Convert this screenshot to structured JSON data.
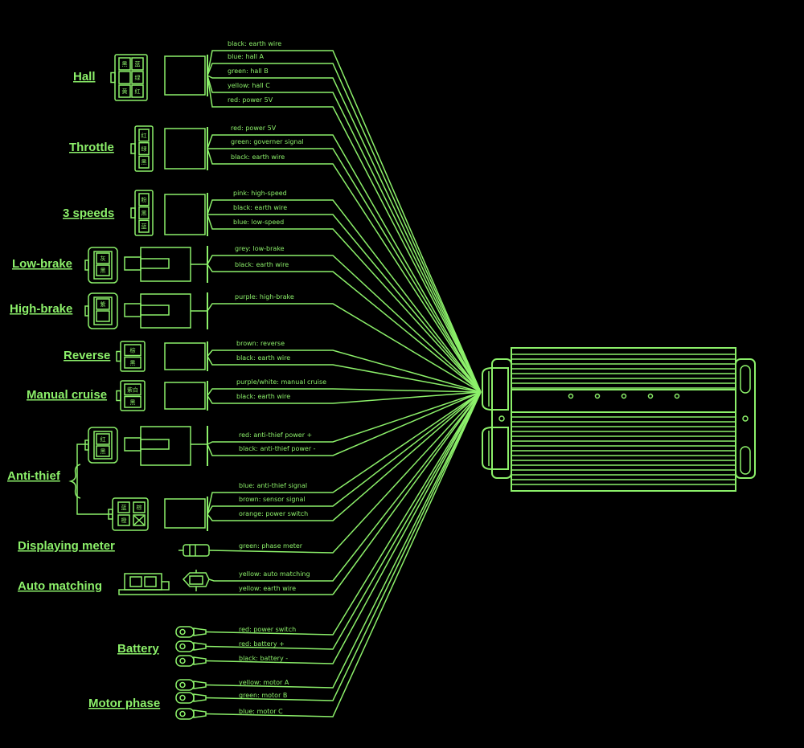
{
  "colors": {
    "line": "#8CF06A",
    "background": "#000000"
  },
  "groups": [
    {
      "id": "hall",
      "label": "Hall",
      "wires": [
        "black: earth wire",
        "blue: hall A",
        "green: hall B",
        "yellow: hall C",
        "red: power 5V"
      ],
      "cells": [
        "黑",
        "蓝",
        "绿",
        "黄",
        "红"
      ]
    },
    {
      "id": "throttle",
      "label": "Throttle",
      "wires": [
        "red: power 5V",
        "green: governer signal",
        "black: earth wire"
      ],
      "cells": [
        "红",
        "绿",
        "黑"
      ]
    },
    {
      "id": "three-speeds",
      "label": "3 speeds",
      "wires": [
        "pink: high-speed",
        "black: earth wire",
        "blue: low-speed"
      ],
      "cells": [
        "粉",
        "黑",
        "蓝"
      ]
    },
    {
      "id": "low-brake",
      "label": "Low-brake",
      "wires": [
        "grey: low-brake",
        "black: earth wire"
      ],
      "cells": [
        "灰",
        "黑"
      ]
    },
    {
      "id": "high-brake",
      "label": "High-brake",
      "wires": [
        "purple: high-brake"
      ],
      "cells": [
        "紫"
      ]
    },
    {
      "id": "reverse",
      "label": "Reverse",
      "wires": [
        "brown: reverse",
        "black: earth wire"
      ],
      "cells": [
        "棕",
        "黑"
      ]
    },
    {
      "id": "manual-cruise",
      "label": "Manual cruise",
      "wires": [
        "purple/white: manual cruise",
        "black: earth wire"
      ],
      "cells": [
        "紫白",
        "黑"
      ]
    },
    {
      "id": "anti-thief",
      "label": "Anti-thief",
      "wires": [
        "red: anti-thief power +",
        "black: anti-thief power -",
        "blue: anti-thief signal",
        "brown: sensor signal",
        "orange: power switch"
      ],
      "cells": [
        "红",
        "黑",
        "蓝",
        "棕",
        "橙"
      ]
    },
    {
      "id": "displaying-meter",
      "label": "Displaying meter",
      "wires": [
        "green: phase meter"
      ]
    },
    {
      "id": "auto-matching",
      "label": "Auto matching",
      "wires": [
        "yellow: auto matching",
        "yellow: earth wire"
      ]
    },
    {
      "id": "battery",
      "label": "Battery",
      "wires": [
        "red: power switch",
        "red: battery +",
        "black: battery -"
      ]
    },
    {
      "id": "motor-phase",
      "label": "Motor phase",
      "wires": [
        "yellow: motor A",
        "green: motor B",
        "blue: motor C"
      ]
    }
  ]
}
